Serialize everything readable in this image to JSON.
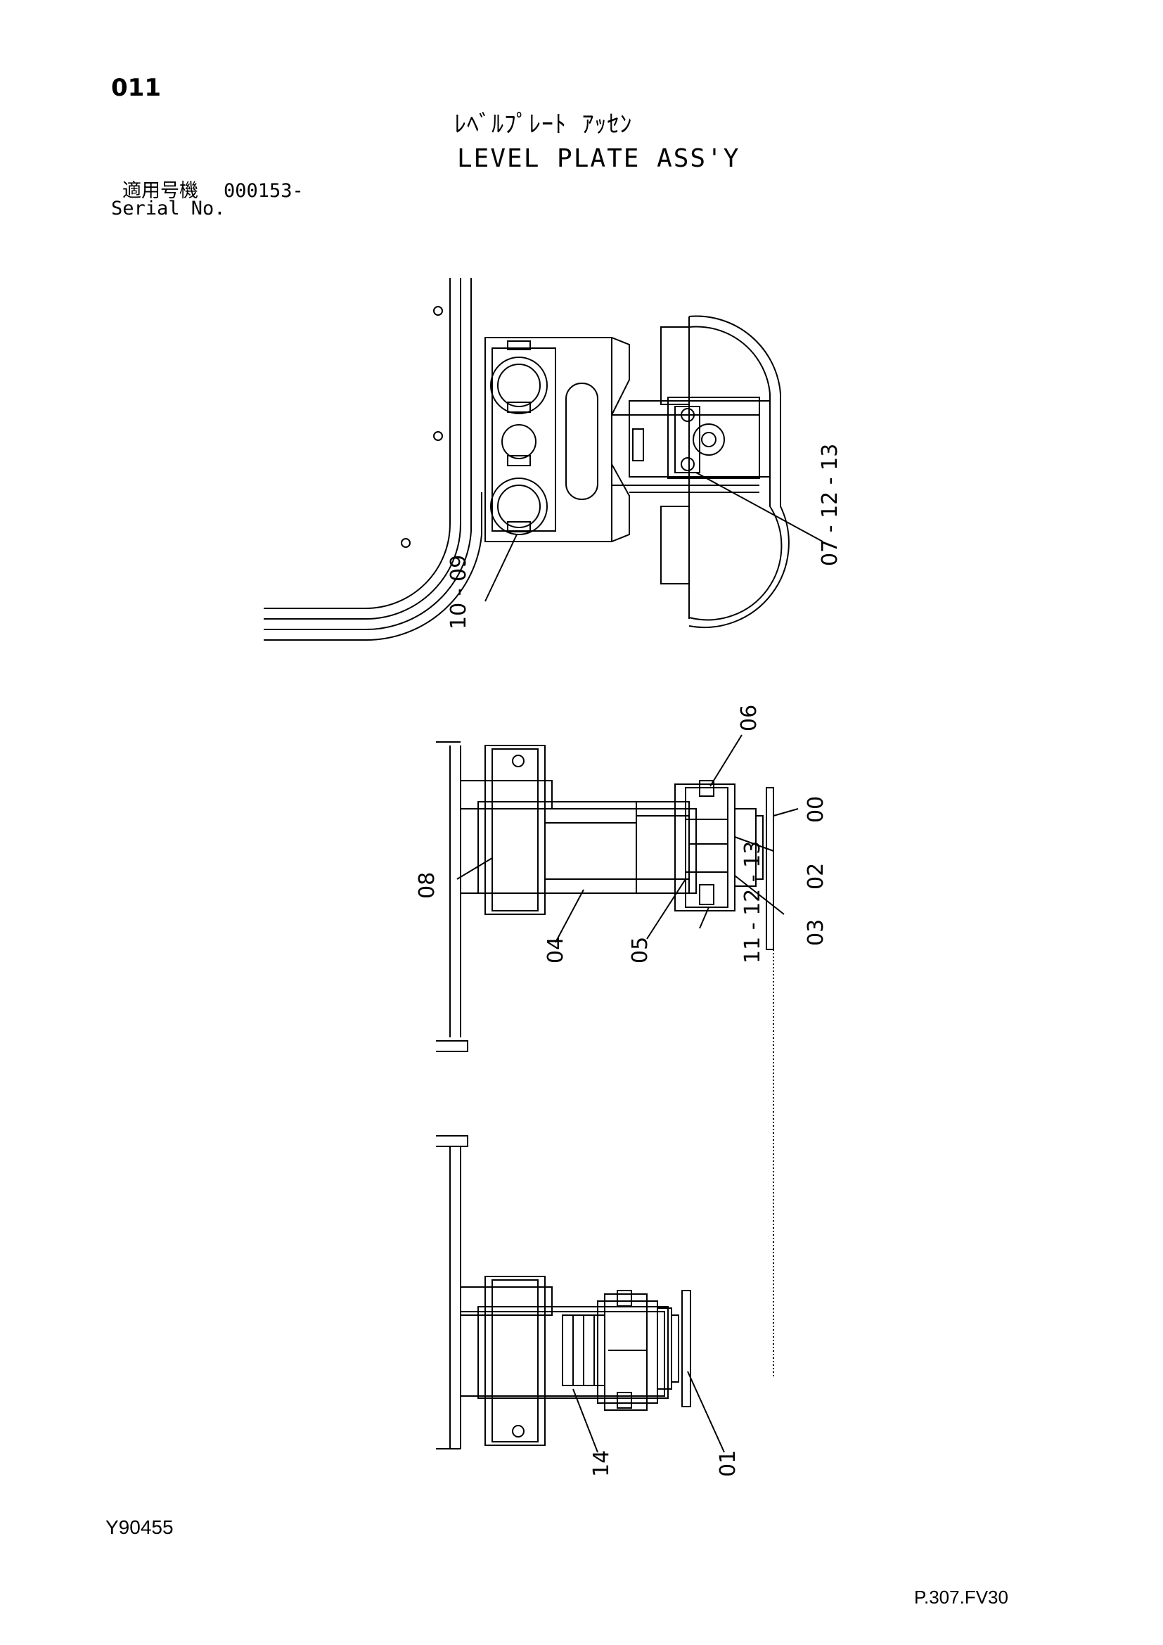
{
  "header": {
    "page_number": "011",
    "title_jp": "ﾚﾍﾞﾙﾌﾟﾚｰﾄ ｱｯｾﾝ",
    "title_en": "LEVEL PLATE ASS'Y",
    "serial_label_jp": "適用号機",
    "serial_label_en": "Serial No.",
    "serial_value": "000153-"
  },
  "footer": {
    "doc_code": "Y90455",
    "page_ref": "P.307.FV30"
  },
  "callouts": {
    "top_view": [
      "07 - 12 - 13",
      "10 - 09"
    ],
    "side_view": [
      "06",
      "00",
      "02",
      "03",
      "08",
      "04",
      "05",
      "11 - 12 - 13"
    ],
    "lower_view": [
      "14",
      "01"
    ]
  }
}
